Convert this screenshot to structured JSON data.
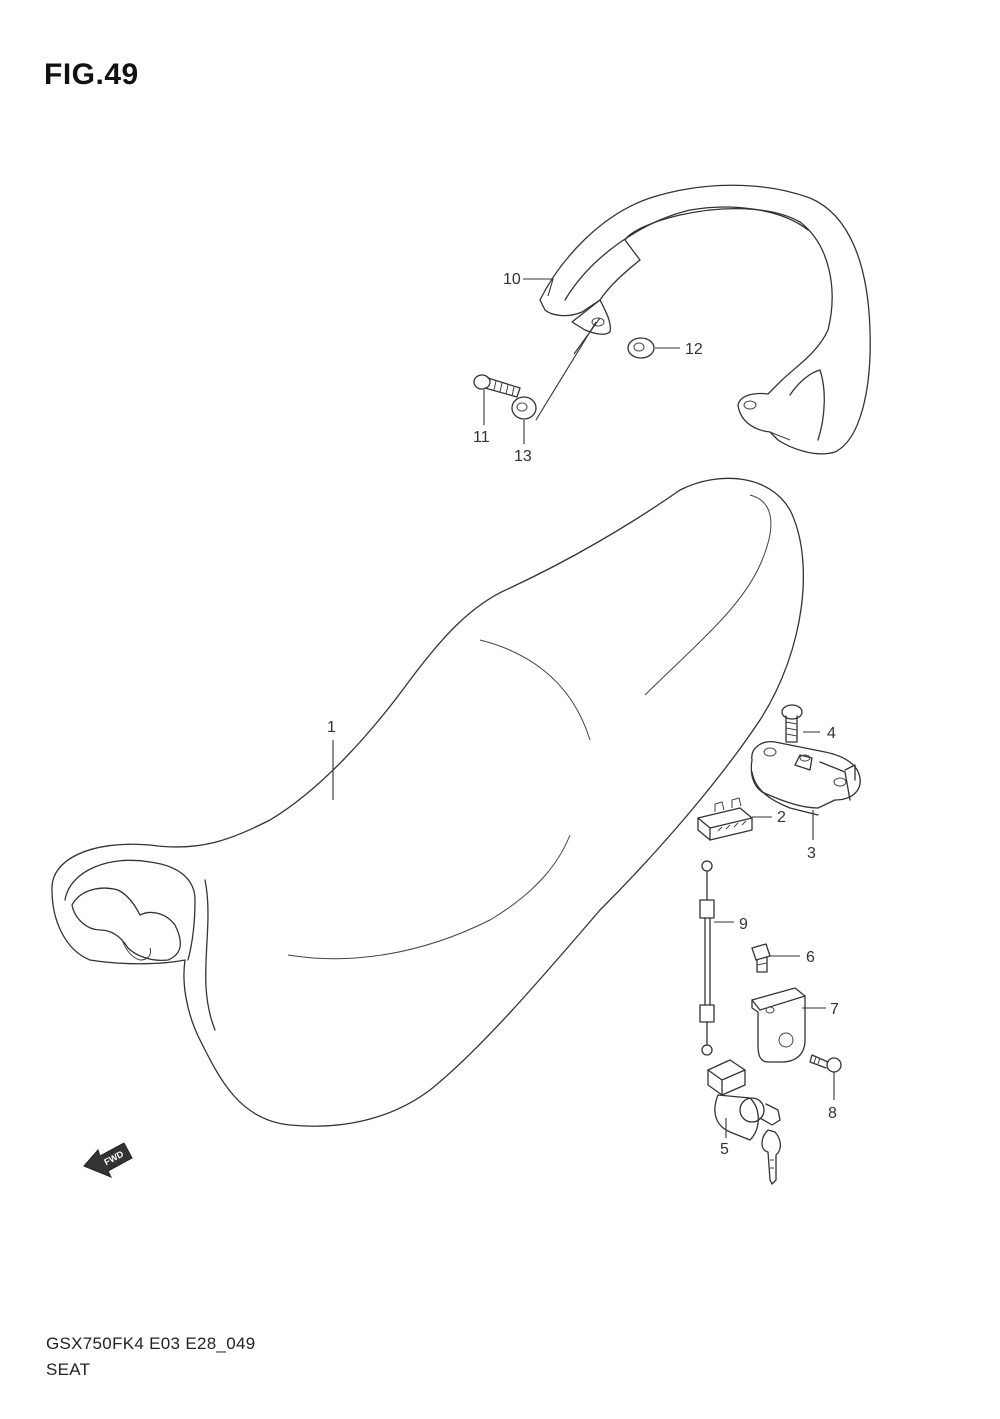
{
  "figure": {
    "title": "FIG.49"
  },
  "callouts": [
    {
      "id": "1",
      "label": "1"
    },
    {
      "id": "2",
      "label": "2"
    },
    {
      "id": "3",
      "label": "3"
    },
    {
      "id": "4",
      "label": "4"
    },
    {
      "id": "5",
      "label": "5"
    },
    {
      "id": "6",
      "label": "6"
    },
    {
      "id": "7",
      "label": "7"
    },
    {
      "id": "8",
      "label": "8"
    },
    {
      "id": "9",
      "label": "9"
    },
    {
      "id": "10",
      "label": "10"
    },
    {
      "id": "11",
      "label": "11"
    },
    {
      "id": "12",
      "label": "12"
    },
    {
      "id": "13",
      "label": "13"
    }
  ],
  "fwd_marker": {
    "label": "FWD"
  },
  "footer": {
    "code": "GSX750FK4 E03 E28_049",
    "name": "SEAT"
  }
}
